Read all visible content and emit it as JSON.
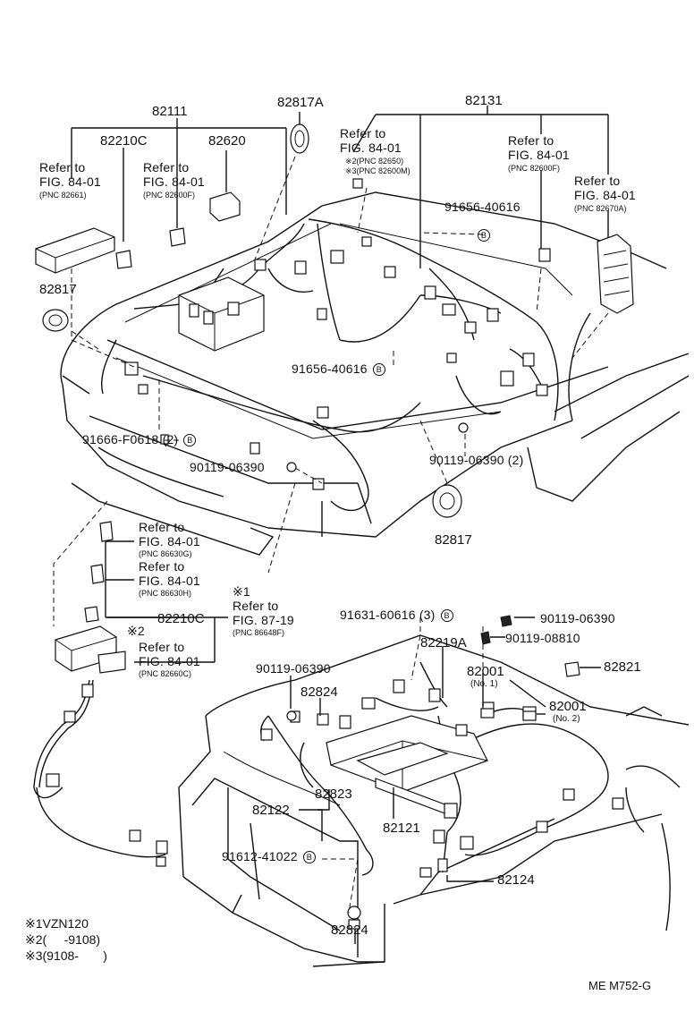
{
  "diagram": {
    "part_numbers": {
      "p82111": "82111",
      "p82817A": "82817A",
      "p82131": "82131",
      "p82210C_top": "82210C",
      "p82620": "82620",
      "p82817_left": "82817",
      "p91656_a": "91656-40616",
      "p91656_b": "91656-40616",
      "p91666": "91666-F0618 (2)",
      "p90119_mid": "90119-06390",
      "p90119_mid2": "90119-06390 (2)",
      "p82817_right": "82817",
      "p82210C_bottom": "82210C",
      "p91631": "91631-60616 (3)",
      "p90119_r1": "90119-06390",
      "p90119_r2": "90119-08810",
      "p82219A": "82219A",
      "p90119_low": "90119-06390",
      "p82821": "82821",
      "p82001_a": "82001",
      "p82001_b": "82001",
      "p82824_a": "82824",
      "p82823": "82823",
      "p82122": "82122",
      "p82121": "82121",
      "p91612": "91612-41022",
      "p82124": "82124",
      "p82824_b": "82824"
    },
    "bolt_marker": "B",
    "no1": "(No. 1)",
    "no2": "(No. 2)",
    "refs": {
      "r1": {
        "line1": "Refer to",
        "line2": "FIG. 84-01",
        "pnc": "(PNC 82661)"
      },
      "r2": {
        "line1": "Refer to",
        "line2": "FIG. 84-01",
        "pnc": "(PNC 82600F)"
      },
      "r3": {
        "line1": "Refer to",
        "line2": "FIG. 84-01",
        "pnc2": "※2(PNC 82650)",
        "pnc3": "※3(PNC 82600M)"
      },
      "r4": {
        "line1": "Refer to",
        "line2": "FIG. 84-01",
        "pnc": "(PNC 82600F)"
      },
      "r5": {
        "line1": "Refer to",
        "line2": "FIG. 84-01",
        "pnc": "(PNC 82670A)"
      },
      "r6": {
        "line1": "Refer to",
        "line2": "FIG. 84-01",
        "pnc": "(PNC 86630G)"
      },
      "r7": {
        "line1": "Refer to",
        "line2": "FIG. 84-01",
        "pnc": "(PNC 86630H)"
      },
      "r8": {
        "mark": "※1",
        "line1": "Refer to",
        "line2": "FIG. 87-19",
        "pnc": "(PNC 86648F)"
      },
      "r9": {
        "mark": "※2",
        "line1": "Refer to",
        "line2": "FIG. 84-01",
        "pnc": "(PNC 82660C)"
      }
    },
    "legend": {
      "l1": "※1VZN120",
      "l2": "※2(     -9108)",
      "l3": "※3(9108-       )"
    },
    "code": "ME  M752-G"
  }
}
